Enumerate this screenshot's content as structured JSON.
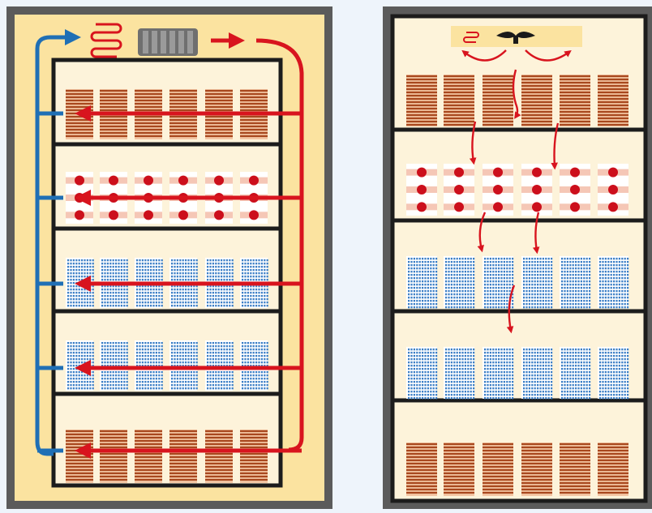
{
  "colors": {
    "background": "#eef4fb",
    "cabinet_frame": "#5b5b5b",
    "cabinet_fill_left": "#fbe3a0",
    "cabinet_fill_right": "#fdf3da",
    "shelf_line": "#1c1c1c",
    "shelf_bg": "#fdf3da",
    "warm_air": "#d8141e",
    "return_air": "#1f6fb5",
    "stack_tray": "#a8481e",
    "stack_gap": "#f4c7a4",
    "tray_dot": "#cc0f1c",
    "tray_pink": "#f5c7b6",
    "rack_blue": "#3d7fc6",
    "fan_bar": "#fbe3a0",
    "fan_blade": "#1a1a1a",
    "radiator": "#6f6f6f"
  },
  "left_cabinet": {
    "description_icons": [
      "heater-coil-icon",
      "fan-radiator-icon"
    ],
    "shelves": [
      {
        "contents": "stacked-plates"
      },
      {
        "contents": "dotted-trays"
      },
      {
        "contents": "blue-racks"
      },
      {
        "contents": "blue-racks"
      },
      {
        "contents": "stacked-plates"
      }
    ],
    "airflow": "horizontal"
  },
  "right_cabinet": {
    "description_icons": [
      "heater-icon",
      "ceiling-fan-icon"
    ],
    "shelves": [
      {
        "contents": "stacked-plates"
      },
      {
        "contents": "dotted-trays"
      },
      {
        "contents": "blue-racks"
      },
      {
        "contents": "blue-racks"
      },
      {
        "contents": "stacked-plates"
      }
    ],
    "airflow": "vertical-downward"
  }
}
